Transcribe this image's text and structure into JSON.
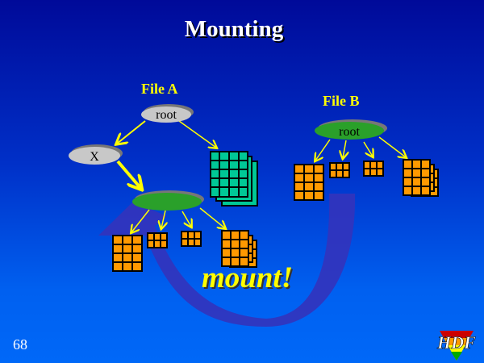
{
  "slide": {
    "title": "Mounting",
    "page_number": "68",
    "logo_text": "HDF",
    "mount_label": "mount!"
  },
  "file_a": {
    "label": "File A",
    "root_label": "root",
    "mounted_node_label": "X"
  },
  "file_b": {
    "label": "File B",
    "root_label": "root"
  },
  "colors": {
    "arrow": "#ffff00",
    "group_gray": "#c8c8c8",
    "group_green": "#2aa02a",
    "dataset_orange": "#ff9900",
    "dataset_teal": "#00c896",
    "mount_arc": "#3030b0"
  }
}
